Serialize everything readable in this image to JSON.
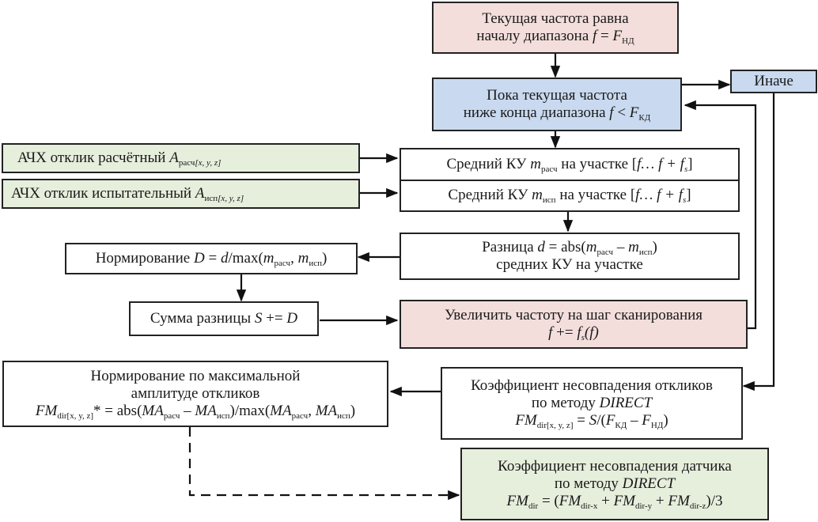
{
  "diagram": {
    "type": "flowchart",
    "nodes": {
      "start": {
        "line1": "Текущая частота равна",
        "line2_text": "началу диапазона ",
        "line2_var": "f",
        "line2_op": " = ",
        "line2_F": "F",
        "line2_sub": "НД",
        "color": "#f3dedb"
      },
      "loop": {
        "line1": "Пока текущая частота",
        "line2_text": "ниже конца диапазона ",
        "line2_var": "f",
        "line2_op": " < ",
        "line2_F": "F",
        "line2_sub": "КД",
        "color": "#c9d9ef"
      },
      "else": {
        "label": "Иначе",
        "color": "#c9d9ef"
      },
      "afc_calc": {
        "text": "АЧХ отклик расчётный ",
        "var": "A",
        "sub": "расч",
        "sub_idx": "[x, y, z]",
        "color": "#e6eedc"
      },
      "afc_test": {
        "text": "АЧХ отклик испытательный ",
        "var": "A",
        "sub": "исп",
        "sub_idx": "[x, y, z]",
        "color": "#e6eedc"
      },
      "mean_calc": {
        "prefix": "Средний КУ ",
        "var": "m",
        "sub": "расч",
        "suffix": " на участке [",
        "range": "f… f + f",
        "range_sub": "s",
        "close": "]"
      },
      "mean_test": {
        "prefix": "Средний КУ ",
        "var": "m",
        "sub": "исп",
        "suffix": " на участке [",
        "range": "f… f + f",
        "range_sub": "s",
        "close": "]"
      },
      "diff": {
        "line1_a": "Разница ",
        "line1_var": "d",
        "line1_b": " = abs(",
        "m": "m",
        "sub1": "расч",
        "minus": " – ",
        "sub2": "исп",
        "close": ")",
        "line2": "средних КУ на участке"
      },
      "norm": {
        "a": "Нормирование ",
        "D": "D",
        "eq": " = ",
        "d": "d",
        "b": "/max(",
        "m": "m",
        "sub1": "расч",
        "comma": ", ",
        "sub2": "исп",
        "close": ")"
      },
      "sum": {
        "a": "Сумма разницы ",
        "S": "S",
        "op": " += ",
        "D": "D"
      },
      "increase": {
        "line1": "Увеличить частоту на шаг сканирования",
        "f": "f",
        "op": " += ",
        "fs": "f",
        "fs_sub": "s",
        "arg": "(f)",
        "color": "#f3dedb"
      },
      "maxnorm": {
        "line1": "Нормирование по максимальной",
        "line2": "амплитуде откликов",
        "FM": "FM",
        "sub": "dir[x, y, z]",
        "star_eq": "* = abs(",
        "MA": "MA",
        "s1": "расч",
        "minus": " – ",
        "s2": "исп",
        "mid": ")/max(",
        "comma": ", ",
        "close": ")"
      },
      "coef_resp": {
        "line1": "Коэффициент несовпадения откликов",
        "line2_a": "по методу ",
        "line2_b": "DIRECT",
        "FM": "FM",
        "sub": "dir[x, y, z]",
        "eq": " = ",
        "S": "S",
        "div": "/(",
        "F": "F",
        "s1": "КД",
        "minus": " – ",
        "s2": "НД",
        "close": ")"
      },
      "coef_sensor": {
        "line1": "Коэффициент несовпадения датчика",
        "line2_a": "по методу ",
        "line2_b": "DIRECT",
        "FM": "FM",
        "sub": "dir",
        "eq": " = (",
        "sx": "dir-x",
        "sy": "dir-y",
        "sz": "dir-z",
        "plus": " + ",
        "close": ")/3",
        "color": "#e6eedc"
      }
    }
  }
}
